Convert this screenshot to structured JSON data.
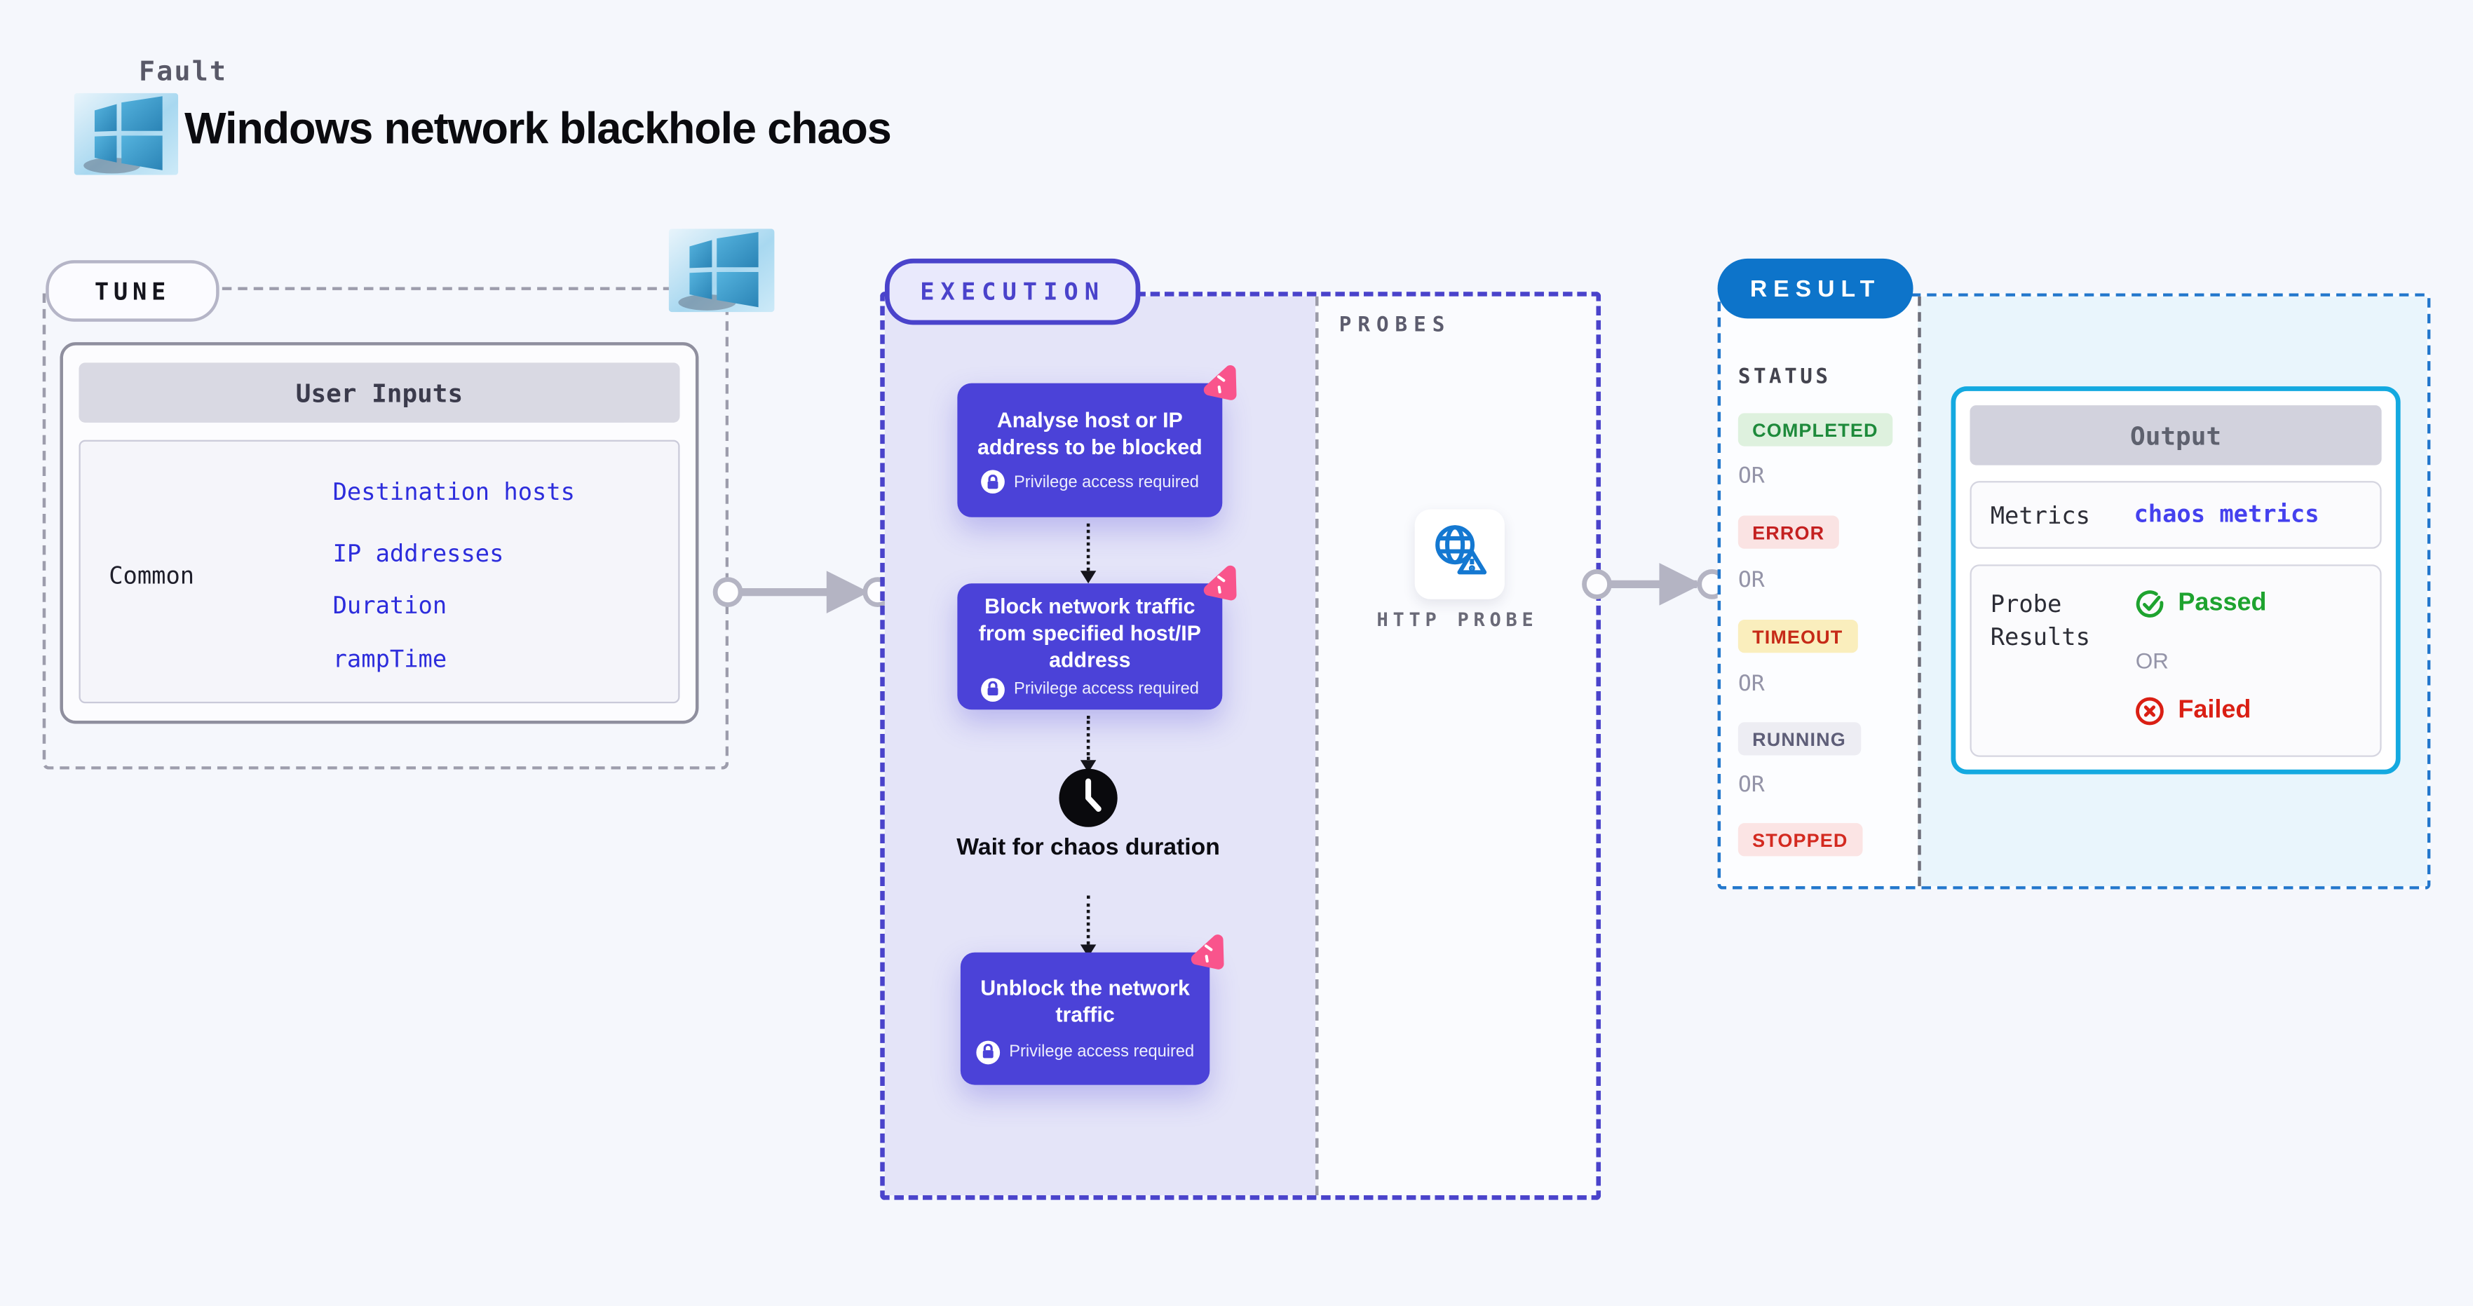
{
  "header": {
    "kicker": "Fault",
    "title": "Windows network blackhole chaos"
  },
  "tune": {
    "label": "TUNE",
    "table_title": "User Inputs",
    "row_label": "Common",
    "inputs": [
      "Destination hosts",
      "IP addresses",
      "Duration",
      "rampTime"
    ]
  },
  "execution": {
    "label": "EXECUTION",
    "steps": [
      {
        "title": "Analyse host or IP address to be blocked",
        "note": "Privilege access required"
      },
      {
        "title": "Block network traffic from specified host/IP address",
        "note": "Privilege access required"
      },
      {
        "title": "Unblock the network traffic",
        "note": "Privilege access required"
      }
    ],
    "wait_label": "Wait for chaos duration"
  },
  "probes": {
    "label": "PROBES",
    "probe_name": "HTTP PROBE"
  },
  "result": {
    "label": "RESULT",
    "status_title": "STATUS",
    "or_label": "OR",
    "statuses": [
      {
        "label": "COMPLETED",
        "style": "green"
      },
      {
        "label": "ERROR",
        "style": "red"
      },
      {
        "label": "TIMEOUT",
        "style": "yellow"
      },
      {
        "label": "RUNNING",
        "style": "gray"
      },
      {
        "label": "STOPPED",
        "style": "pink"
      }
    ],
    "output": {
      "title": "Output",
      "metrics_label": "Metrics",
      "metrics_value": "chaos metrics",
      "probe_results_label": "Probe Results",
      "passed_label": "Passed",
      "failed_label": "Failed"
    }
  },
  "colors": {
    "page_bg": "#f5f7fc",
    "execution_accent": "#4a43cb",
    "step_bg": "#4b42d8",
    "execution_fill": "#e4e4f8",
    "flag_pink": "#f9548c",
    "result_accent": "#0d74ca",
    "result_panel_bg": "#e9f5fc",
    "output_border": "#14a9e0",
    "input_link_blue": "#2d2ddc",
    "passed_green": "#1ea32f",
    "failed_red": "#da1f14",
    "probe_icon_blue": "#1478d1"
  }
}
